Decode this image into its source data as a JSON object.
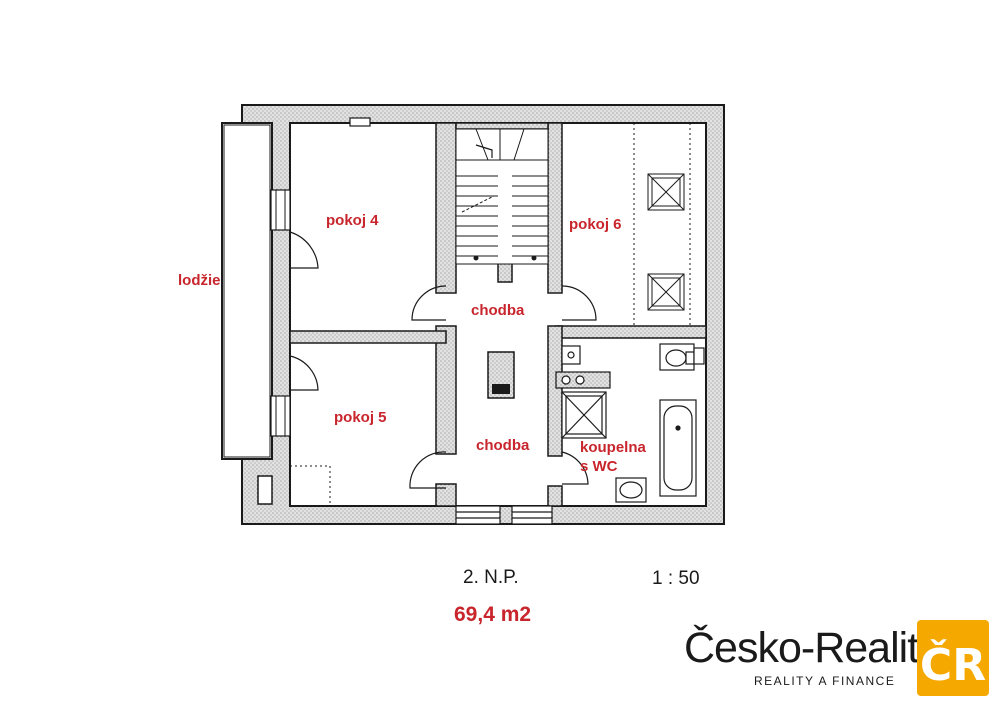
{
  "rooms": {
    "lodzie": "lodžie",
    "pokoj4": "pokoj 4",
    "pokoj5": "pokoj 5",
    "pokoj6": "pokoj 6",
    "chodba_top": "chodba",
    "chodba_bottom": "chodba",
    "koupelna_line1": "koupelna",
    "koupelna_line2": "s WC"
  },
  "caption": {
    "floor": "2. N.P.",
    "scale": "1 : 50",
    "area": "69,4 m2"
  },
  "logo": {
    "name": "Česko-Reality",
    "tagline": "REALITY A FINANCE",
    "badge": "ČR"
  },
  "colors": {
    "label_red": "#c8252c",
    "wall_fill": "#dcdcdc",
    "line": "#1a1a1a",
    "badge_yellow": "#f5a800"
  }
}
